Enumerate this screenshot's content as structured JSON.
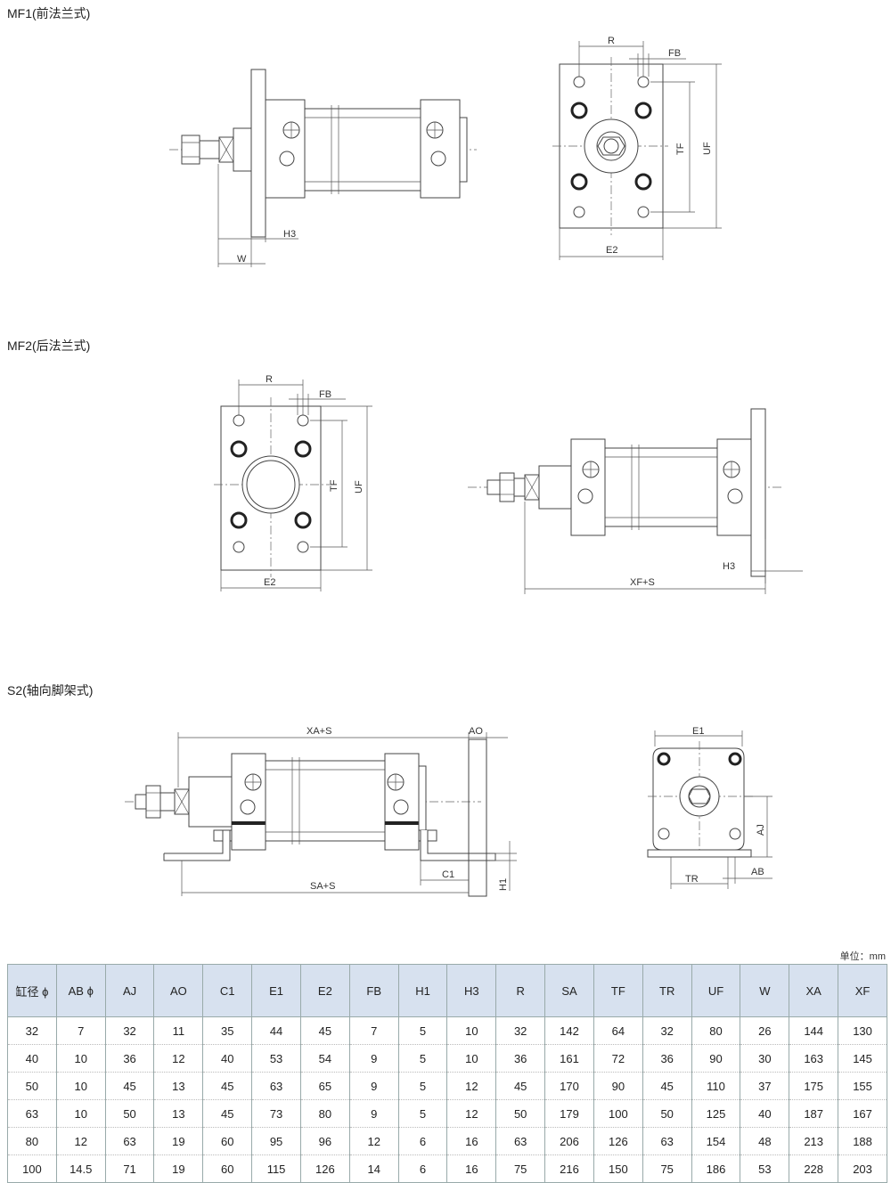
{
  "sections": {
    "mf1": {
      "title": "MF1(前法兰式)"
    },
    "mf2": {
      "title": "MF2(后法兰式)"
    },
    "s2": {
      "title": "S2(轴向脚架式)"
    }
  },
  "labels": {
    "mf1_side": {
      "h3": "H3",
      "w": "W"
    },
    "mf1_front": {
      "r": "R",
      "fb": "FB",
      "tf": "TF",
      "uf": "UF",
      "e2": "E2"
    },
    "mf2_front": {
      "r": "R",
      "fb": "FB",
      "tf": "TF",
      "uf": "UF",
      "e2": "E2"
    },
    "mf2_side": {
      "h3": "H3",
      "xf": "XF+S"
    },
    "s2_side": {
      "xa": "XA+S",
      "ao": "AO",
      "c1": "C1",
      "h1": "H1",
      "sa": "SA+S"
    },
    "s2_front": {
      "e1": "E1",
      "aj": "AJ",
      "tr": "TR",
      "ab": "AB"
    }
  },
  "table": {
    "unit": "单位：mm",
    "headers": [
      "缸径 ϕ",
      "AB ϕ",
      "AJ",
      "AO",
      "C1",
      "E1",
      "E2",
      "FB",
      "H1",
      "H3",
      "R",
      "SA",
      "TF",
      "TR",
      "UF",
      "W",
      "XA",
      "XF"
    ],
    "rows": [
      [
        "32",
        "7",
        "32",
        "11",
        "35",
        "44",
        "45",
        "7",
        "5",
        "10",
        "32",
        "142",
        "64",
        "32",
        "80",
        "26",
        "144",
        "130"
      ],
      [
        "40",
        "10",
        "36",
        "12",
        "40",
        "53",
        "54",
        "9",
        "5",
        "10",
        "36",
        "161",
        "72",
        "36",
        "90",
        "30",
        "163",
        "145"
      ],
      [
        "50",
        "10",
        "45",
        "13",
        "45",
        "63",
        "65",
        "9",
        "5",
        "12",
        "45",
        "170",
        "90",
        "45",
        "110",
        "37",
        "175",
        "155"
      ],
      [
        "63",
        "10",
        "50",
        "13",
        "45",
        "73",
        "80",
        "9",
        "5",
        "12",
        "50",
        "179",
        "100",
        "50",
        "125",
        "40",
        "187",
        "167"
      ],
      [
        "80",
        "12",
        "63",
        "19",
        "60",
        "95",
        "96",
        "12",
        "6",
        "16",
        "63",
        "206",
        "126",
        "63",
        "154",
        "48",
        "213",
        "188"
      ],
      [
        "100",
        "14.5",
        "71",
        "19",
        "60",
        "115",
        "126",
        "14",
        "6",
        "16",
        "75",
        "216",
        "150",
        "75",
        "186",
        "53",
        "228",
        "203"
      ]
    ]
  }
}
